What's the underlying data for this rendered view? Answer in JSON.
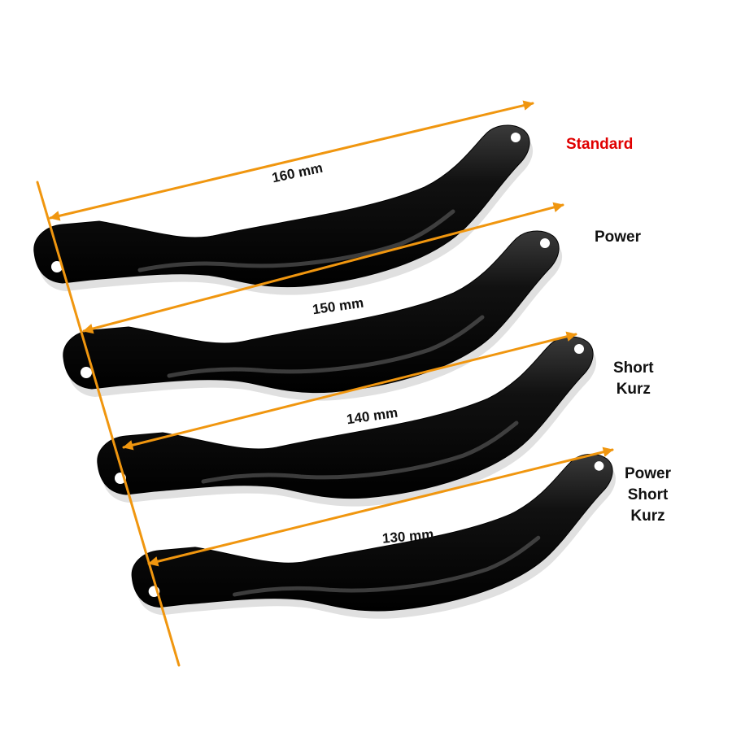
{
  "colors": {
    "background": "#ffffff",
    "lever": "#0b0b0b",
    "arrow": "#f0960f",
    "standard_label": "#e00000",
    "label": "#111111"
  },
  "levers": [
    {
      "measurement": "160 mm",
      "variant_lines": [
        "Standard"
      ],
      "highlight": true
    },
    {
      "measurement": "150 mm",
      "variant_lines": [
        "Power"
      ],
      "highlight": false
    },
    {
      "measurement": "140 mm",
      "variant_lines": [
        "Short",
        "Kurz"
      ],
      "highlight": false
    },
    {
      "measurement": "130 mm",
      "variant_lines": [
        "Power",
        "Short",
        "Kurz"
      ],
      "highlight": false
    }
  ]
}
